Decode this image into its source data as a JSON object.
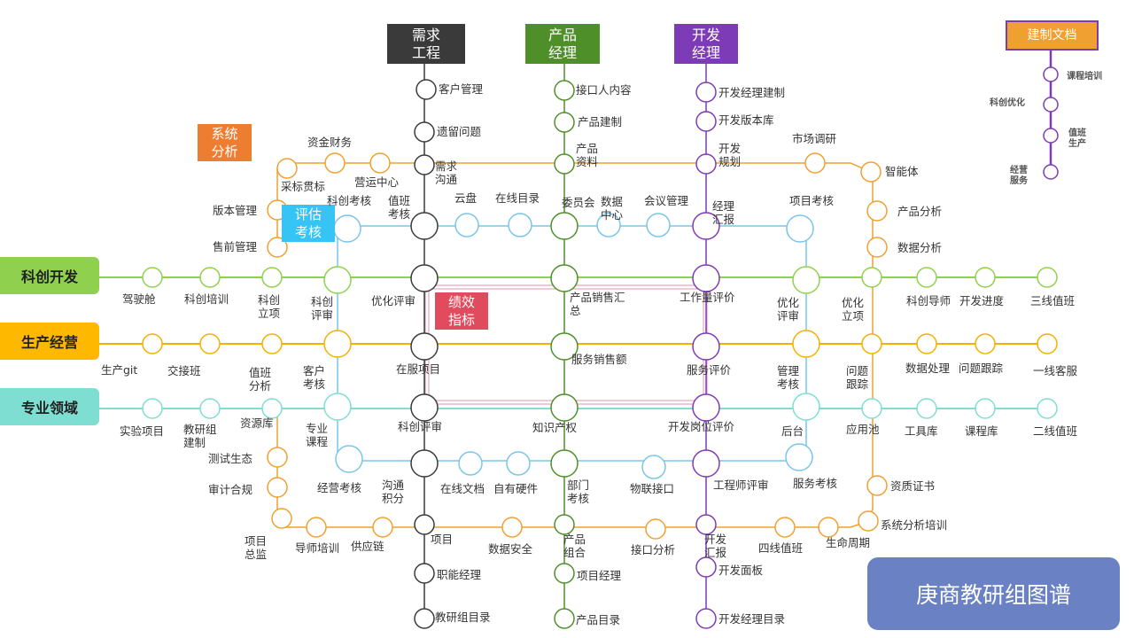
{
  "colors": {
    "green": "#8fd14f",
    "orange": "#f5b000",
    "teal": "#7fded2",
    "blue": "#7ac6ea",
    "purple": "#7e3bb7",
    "dark": "#3a3a3a",
    "darkgreen": "#4e8f2a",
    "orangeline": "#f0a030",
    "pinkline": "#e8a0c0",
    "redline": "#d04060"
  },
  "headers": {
    "req": "需求\n工程",
    "prod": "产品\n经理",
    "dev": "开发\n经理"
  },
  "line_tags": {
    "kc": "科创开发",
    "sc": "生产经营",
    "zy": "专业领域"
  },
  "boxes": {
    "xtfx": "系统\n分析",
    "pggk": "评估\n考核",
    "jxzb": "绩效\n指标"
  },
  "legend": {
    "title": "建制文档",
    "items": [
      "课程培训",
      "科创优化",
      "值班\n生产",
      "经营\n服务"
    ]
  },
  "diagram_title": "庚商教研组图谱",
  "labels": {
    "khgl": "客户管理",
    "ylwt": "遗留问题",
    "xqgt": "需求\n沟通",
    "jkrnr": "接口人内容",
    "cpjz": "产品建制",
    "cpzl": "产品\n资料",
    "kfjljz": "开发经理建制",
    "kfbbk": "开发版本库",
    "kfgh": "开发\n规划",
    "scdy": "市场调研",
    "znt": "智能体",
    "cpfx": "产品分析",
    "sjfx": "数据分析",
    "zjcw": "资金财务",
    "cbgb": "采标贯标",
    "yyzx": "营运中心",
    "kckh": "科创考核",
    "zbkh": "值班\n考核",
    "yp": "云盘",
    "zxml": "在线目录",
    "wyh": "委员会",
    "sjzx": "数据\n中心",
    "hygl": "会议管理",
    "jlhb": "经理\n汇报",
    "xmkh": "项目考核",
    "bbgl": "版本管理",
    "sqgl": "售前管理",
    "jsc": "驾驶舱",
    "kcpx": "科创培训",
    "kclx": "科创\n立项",
    "kcps": "科创\n评审",
    "yhps": "优化评审",
    "cpxshz": "产品销售汇\n总",
    "gzlpj": "工作量评价",
    "yhps2": "优化\n评审",
    "yhlx": "优化\n立项",
    "kcds": "科创导师",
    "kfjd": "开发进度",
    "sxzb": "三线值班",
    "scgit": "生产git",
    "jjb": "交接班",
    "zbfx": "值班\n分析",
    "khkh": "客户\n考核",
    "zfxm": "在服项目",
    "fwxse": "服务销售额",
    "fwpj": "服务评价",
    "glkh": "管理\n考核",
    "wtgz": "问题\n跟踪",
    "sjcl": "数据处理",
    "wtgz2": "问题跟踪",
    "yxkf": "一线客服",
    "syxm": "实验项目",
    "jyzjz": "教研组\n建制",
    "zyk": "资源库",
    "zykc": "专业\n课程",
    "kcps2": "科创评审",
    "zscq": "知识产权",
    "kfgwpj": "开发岗位评价",
    "ht": "后台",
    "yyc": "应用池",
    "gjk": "工具库",
    "kck": "课程库",
    "exzb": "二线值班",
    "csst": "测试生态",
    "sjhg": "审计合规",
    "jykh": "经营考核",
    "gtjf": "沟通\n积分",
    "zxwd": "在线文档",
    "zyyj": "自有硬件",
    "bmkh": "部门\n考核",
    "wljk": "物联接口",
    "gcsps": "工程师评审",
    "fwkh": "服务考核",
    "zzzs": "资质证书",
    "xtfxpx": "系统分析培训",
    "xmzj": "项目\n总监",
    "dspx": "导师培训",
    "gyl": "供应链",
    "xm": "项目",
    "sjaq": "数据安全",
    "cpzh": "产品\n组合",
    "jkfx": "接口分析",
    "kfhb": "开发\n汇报",
    "sxzb2": "四线值班",
    "smzq": "生命周期",
    "znjl": "职能经理",
    "xmjl": "项目经理",
    "kfmb": "开发面板",
    "jyzml": "教研组目录",
    "cpml": "产品目录",
    "kfjlml": "开发经理目录"
  }
}
